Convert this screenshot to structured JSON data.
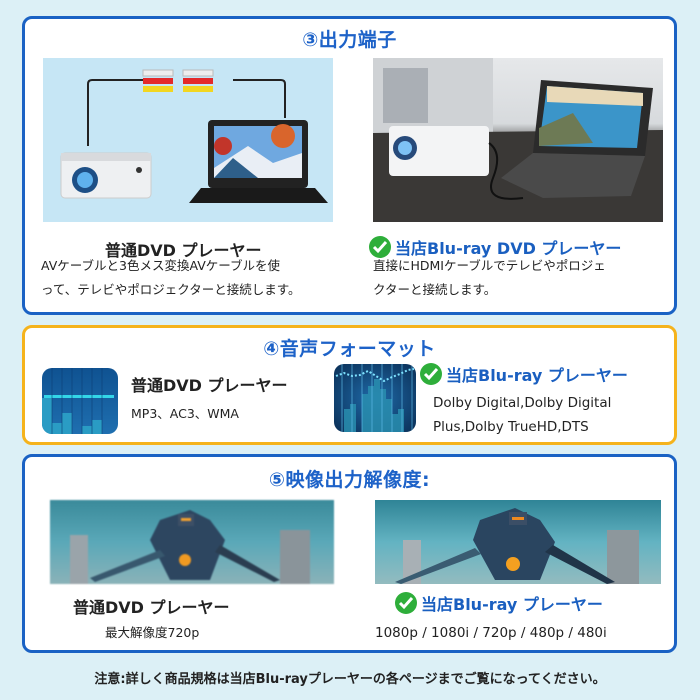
{
  "section3": {
    "title": "③出力端子",
    "left": {
      "image": "av-cable-projector-dvd-illustration",
      "title": "普通DVD プレーヤー",
      "desc_line1": "AVケーブルと3色メス変換AVケーブルを使",
      "desc_line2": "って、テレビやポロジェクターと接続します。"
    },
    "right": {
      "image": "hdmi-projector-dvd-photo",
      "check_icon": "green-check-icon",
      "title": "当店Blu-ray DVD プレーヤー",
      "desc_line1": "直接にHDMIケーブルでテレビやポロジェ",
      "desc_line2": "クターと接続します。"
    }
  },
  "section4": {
    "title": "④音声フォーマット",
    "left": {
      "image": "equalizer-icon",
      "title": "普通DVD プレーヤー",
      "formats": "MP3、AC3、WMA"
    },
    "right": {
      "image": "spectrum-analyzer-icon",
      "check_icon": "green-check-icon",
      "title": "当店Blu-ray プレーヤー",
      "formats_line1": "Dolby Digital,Dolby Digital",
      "formats_line2": "Plus,Dolby TrueHD,DTS"
    }
  },
  "section5": {
    "title": "⑤映像出力解像度:",
    "left": {
      "image": "robot-movie-still-low-res",
      "title": "普通DVD プレーヤー",
      "resolution": "最大解像度720p"
    },
    "right": {
      "image": "robot-movie-still-high-res",
      "check_icon": "green-check-icon",
      "title": "当店Blu-ray プレーヤー",
      "resolution": "1080p / 1080i / 720p / 480p / 480i"
    }
  },
  "note": "注意:詳しく商品規格は当店Blu-rayプレーヤーの各ページまでご覧になってください。",
  "colors": {
    "background": "#dcf0f6",
    "blue_border": "#1a62c4",
    "orange_border": "#f5b31c",
    "title_blue": "#1d62c8",
    "check_green": "#2eae3a"
  }
}
